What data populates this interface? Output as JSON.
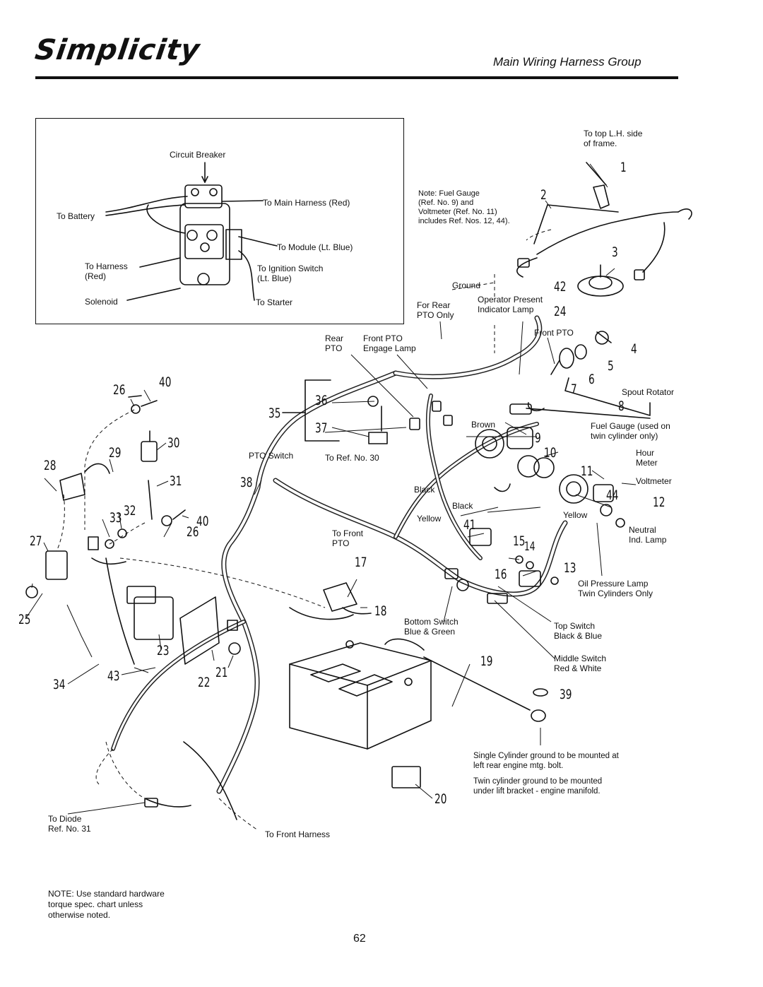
{
  "header": {
    "brand": "Simplicity",
    "title": "Main Wiring Harness Group"
  },
  "inset": {
    "circuit_breaker": "Circuit Breaker",
    "to_battery": "To Battery",
    "to_main_harness": "To Main Harness (Red)",
    "to_module": "To Module (Lt. Blue)",
    "to_harness": "To Harness\n(Red)",
    "to_ignition": "To Ignition Switch\n(Lt. Blue)",
    "solenoid": "Solenoid",
    "to_starter": "To Starter"
  },
  "labels": {
    "to_top_lh": "To top L.H. side\nof frame.",
    "note_fuel_gauge": "Note: Fuel Gauge\n(Ref. No. 9) and\nVoltmeter (Ref. No. 11)\nincludes Ref. Nos. 12, 44).",
    "ground": "Ground",
    "for_rear_pto": "For Rear\nPTO Only",
    "operator_present": "Operator Present\nIndicator Lamp",
    "rear_pto": "Rear\nPTO",
    "front_pto_engage": "Front PTO\nEngage Lamp",
    "front_pto": "Front PTO",
    "spout_rotator": "Spout Rotator",
    "fuel_gauge_twin": "Fuel Gauge (used on\ntwin cylinder only)",
    "hour_meter": "Hour\nMeter",
    "voltmeter": "Voltmeter",
    "brown": "Brown",
    "pto_switch": "PTO Switch",
    "to_ref_30": "To Ref. No. 30",
    "black_1": "Black",
    "black_2": "Black",
    "yellow_1": "Yellow",
    "yellow_2": "Yellow",
    "neutral_lamp": "Neutral\nInd. Lamp",
    "to_front_pto": "To Front\nPTO",
    "oil_pressure": "Oil Pressure Lamp\nTwin Cylinders Only",
    "bottom_switch": "Bottom Switch\nBlue & Green",
    "top_switch": "Top Switch\nBlack & Blue",
    "middle_switch": "Middle Switch\nRed & White",
    "single_cyl": "Single Cylinder ground to be mounted at\nleft rear engine mtg. bolt.",
    "twin_cyl": "Twin cylinder ground to be mounted\nunder lift bracket - engine manifold.",
    "to_diode": "To Diode\nRef. No. 31",
    "to_front_harness": "To Front Harness"
  },
  "callouts": {
    "n1": "1",
    "n2": "2",
    "n3": "3",
    "n4": "4",
    "n5": "5",
    "n6": "6",
    "n7": "7",
    "n8": "8",
    "n9": "9",
    "n10": "10",
    "n11": "11",
    "n12": "12",
    "n13": "13",
    "n14": "14",
    "n15": "15",
    "n16": "16",
    "n17": "17",
    "n18": "18",
    "n19": "19",
    "n20": "20",
    "n21": "21",
    "n22": "22",
    "n23": "23",
    "n24": "24",
    "n25": "25",
    "n26a": "26",
    "n26b": "26",
    "n27": "27",
    "n28": "28",
    "n29": "29",
    "n30": "30",
    "n31": "31",
    "n32": "32",
    "n33": "33",
    "n34": "34",
    "n35": "35",
    "n36": "36",
    "n37": "37",
    "n38": "38",
    "n39": "39",
    "n40a": "40",
    "n40b": "40",
    "n41": "41",
    "n42": "42",
    "n43": "43",
    "n44": "44"
  },
  "footer": {
    "note": "NOTE: Use standard hardware\ntorque spec. chart unless\notherwise noted.",
    "page_number": "62"
  }
}
